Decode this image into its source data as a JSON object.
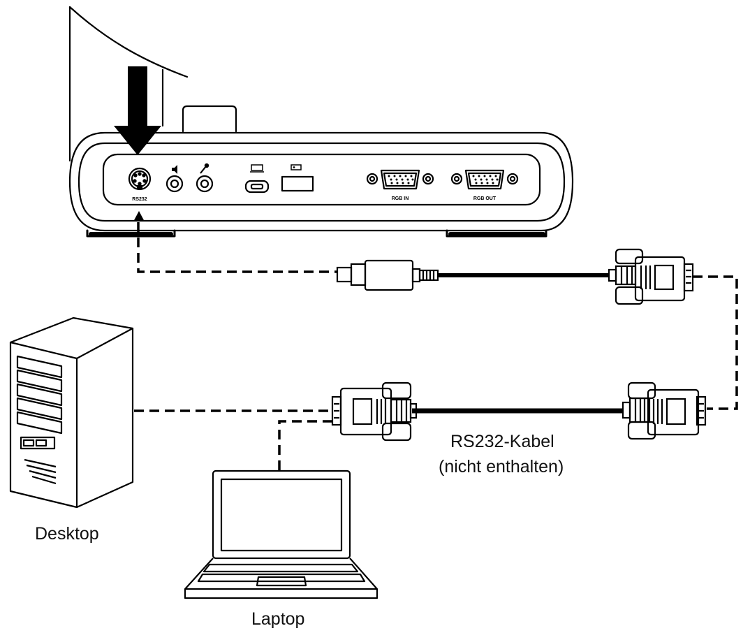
{
  "labels": {
    "desktop": "Desktop",
    "laptop": "Laptop",
    "cable_line1": "RS232-Kabel",
    "cable_line2": "(nicht enthalten)"
  },
  "device_ports": {
    "rs232": "RS232",
    "rgb_in": "RGB IN",
    "rgb_out": "RGB OUT"
  },
  "icons": [
    "arrow-down-icon",
    "speaker-icon",
    "microphone-icon",
    "hdmi-port-icon",
    "usb-port-icon"
  ],
  "colors": {
    "line": "#000000",
    "background": "#ffffff"
  }
}
